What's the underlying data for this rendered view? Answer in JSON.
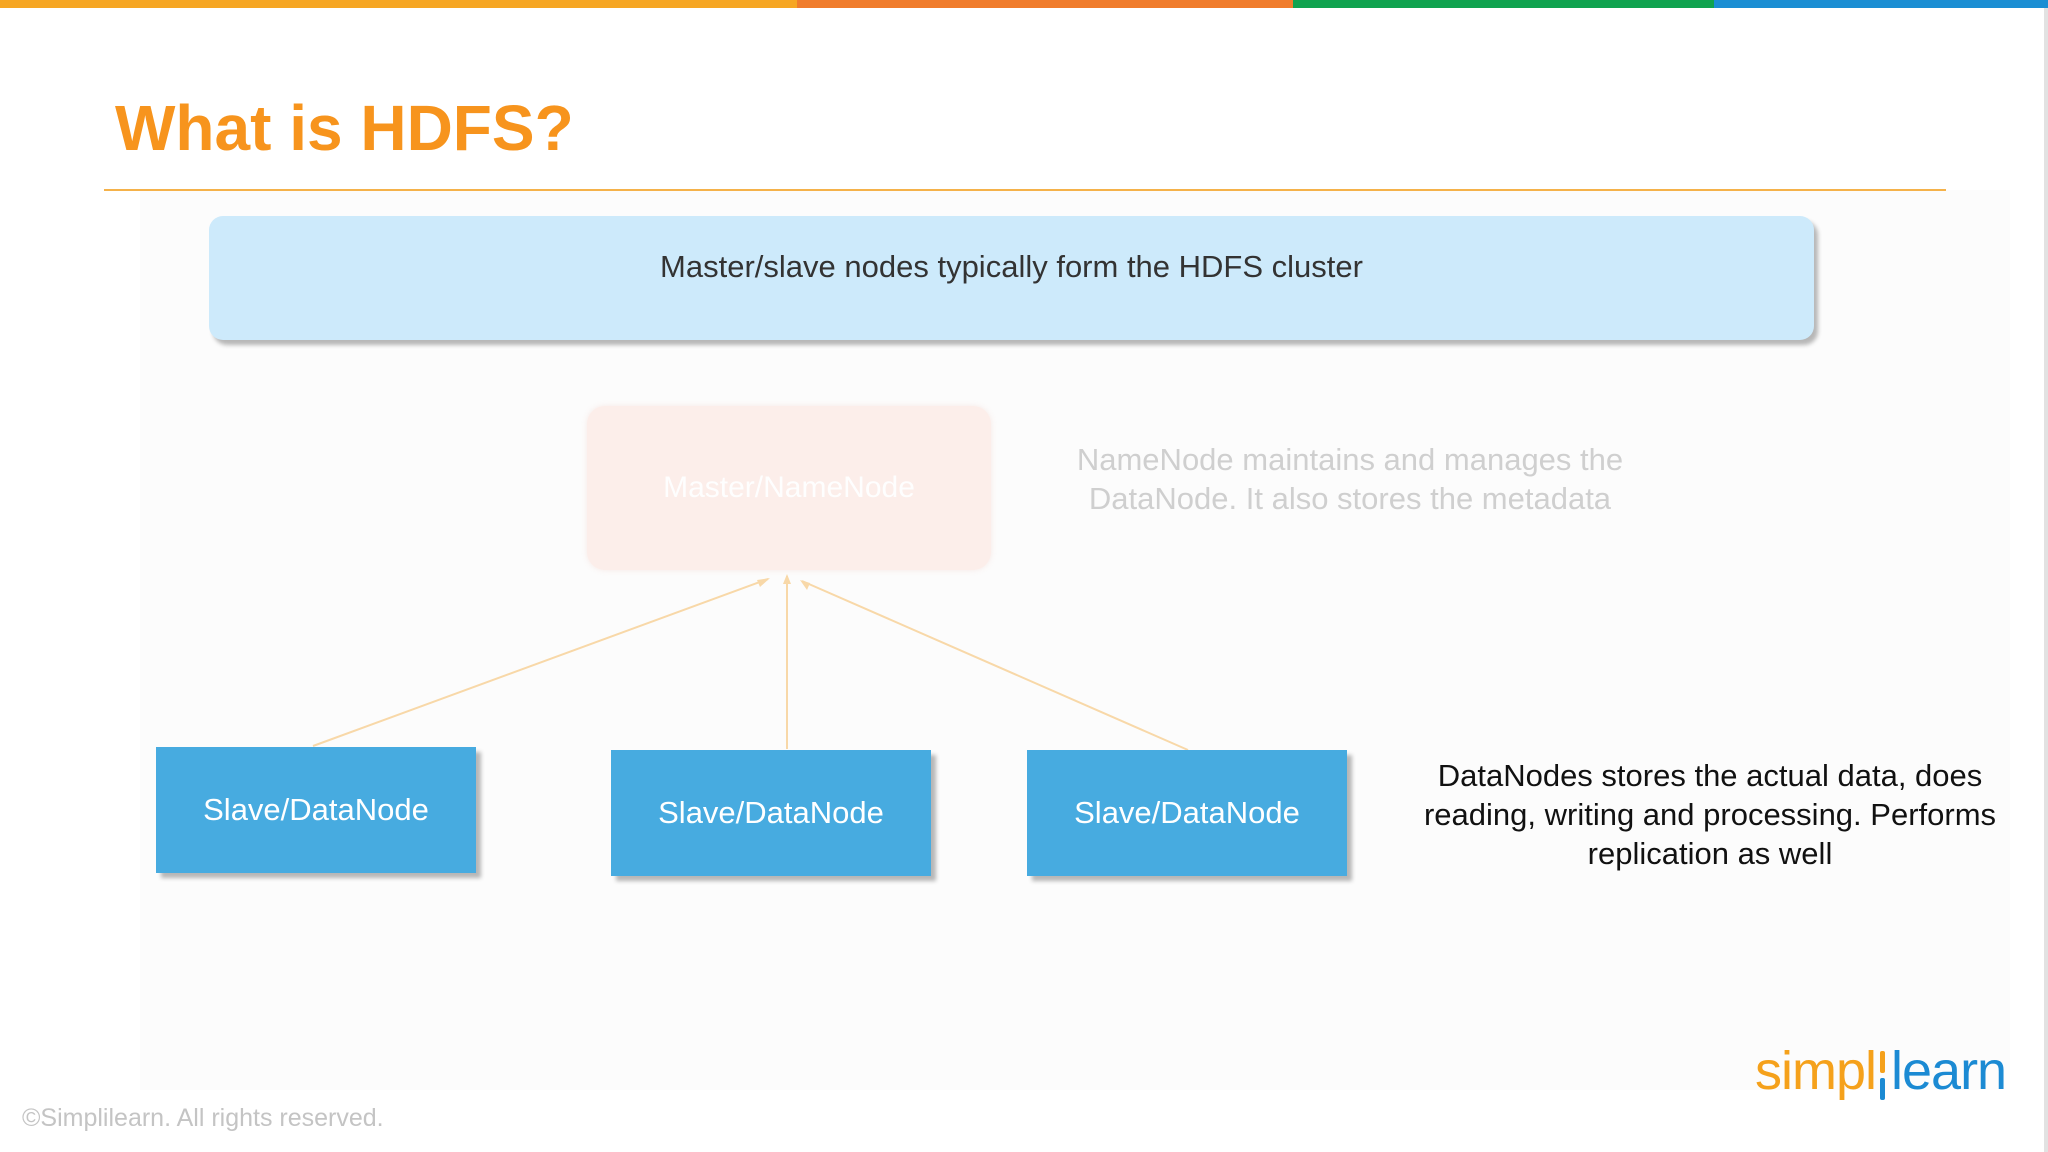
{
  "colors": {
    "stripe": [
      "#f6a623",
      "#f07c2c",
      "#10a34f",
      "#1b8ed3"
    ],
    "title": "#f7941d",
    "title_rule": "#f5b24a",
    "banner_bg": "#cdeafb",
    "arrow": "#f8d8a8"
  },
  "slide": {
    "title": "What is HDFS?",
    "banner_text": "Master/slave nodes typically form the HDFS cluster",
    "master_label": "Master/NameNode",
    "namenode_description": "NameNode maintains and manages the DataNode. It also stores the metadata",
    "slaves": [
      {
        "label": "Slave/DataNode"
      },
      {
        "label": "Slave/DataNode"
      },
      {
        "label": "Slave/DataNode"
      }
    ],
    "datanode_description": "DataNodes stores the actual data, does reading, writing and processing. Performs replication as well"
  },
  "footer": {
    "copyright": "©Simplilearn. All rights reserved.",
    "logo_text": "simplilearn",
    "logo_left": "simpl",
    "logo_right": "learn"
  }
}
